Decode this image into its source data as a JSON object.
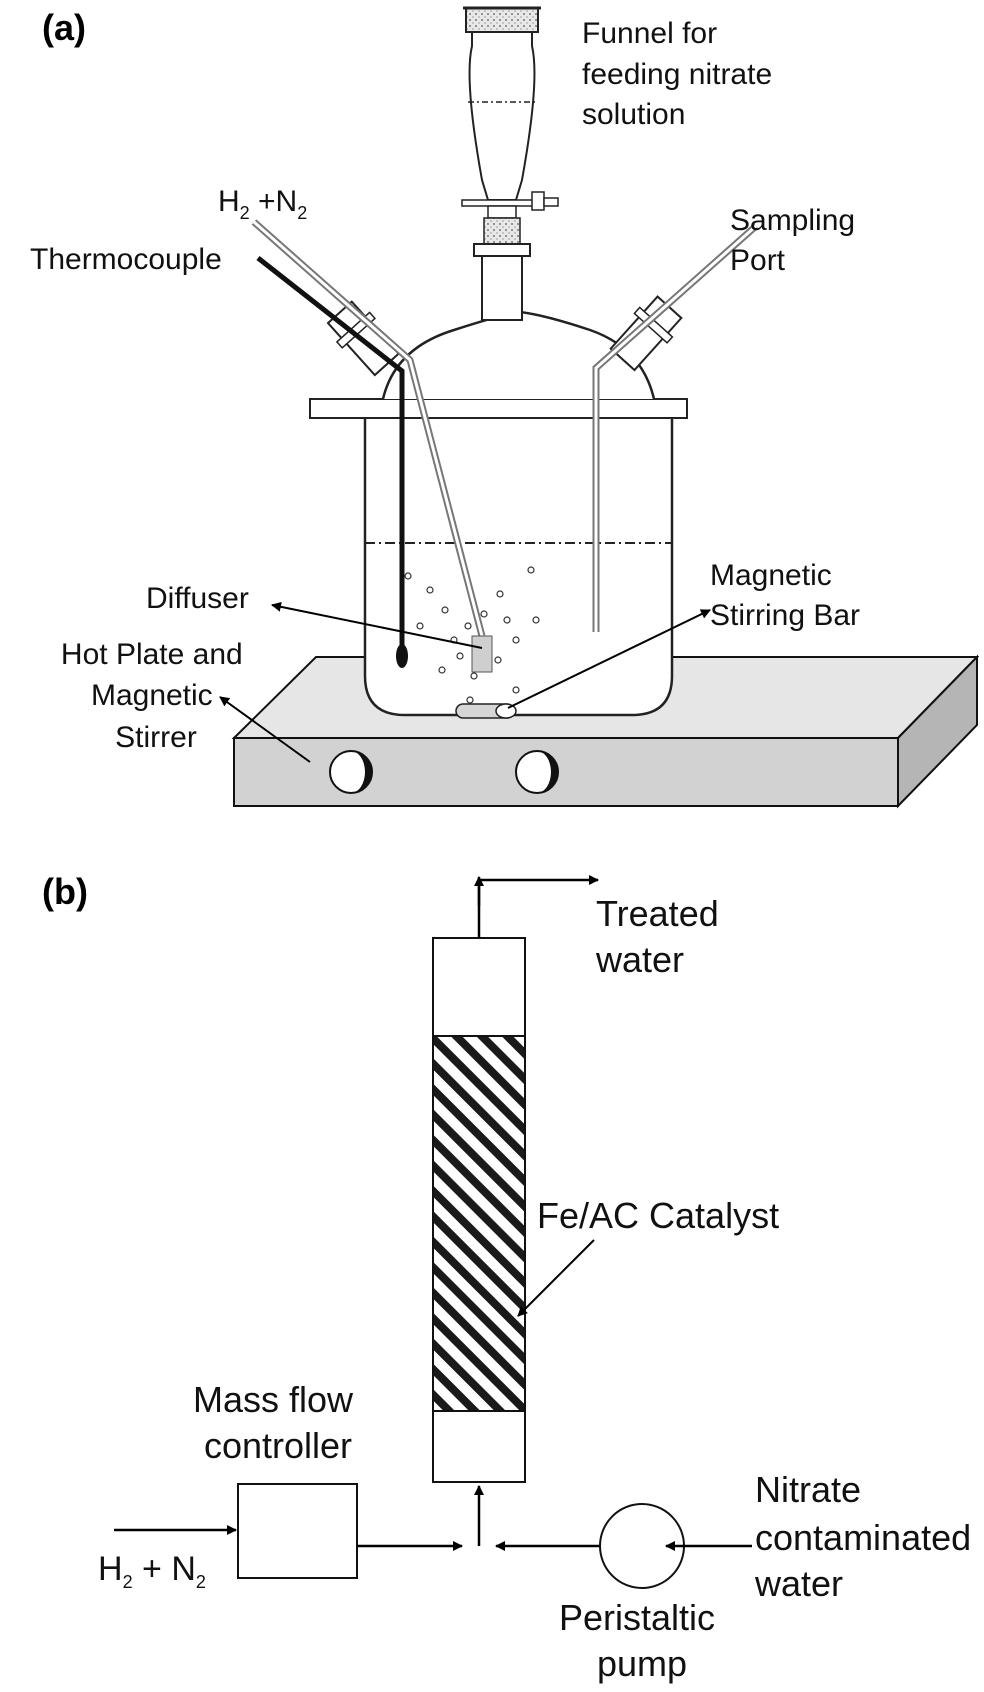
{
  "panel_a": {
    "label": "(a)",
    "funnel": [
      "Funnel for",
      "feeding nitrate",
      "solution"
    ],
    "gas_inlet": {
      "main": "H",
      "sub1": "2",
      "mid": " +N",
      "sub2": "2"
    },
    "thermocouple": "Thermocouple",
    "sampling_port": [
      "Sampling",
      "Port"
    ],
    "diffuser": "Diffuser",
    "stirring_bar": [
      "Magnetic",
      "Stirring Bar"
    ],
    "hot_plate": [
      "Hot Plate and",
      "Magnetic",
      "Stirrer"
    ]
  },
  "panel_b": {
    "label": "(b)",
    "treated_water": [
      "Treated",
      "water"
    ],
    "catalyst": "Fe/AC Catalyst",
    "mass_flow_controller": [
      "Mass flow",
      "controller"
    ],
    "nitrate_water": [
      "Nitrate",
      "contaminated",
      "water"
    ],
    "gas_inlet": {
      "main": "H",
      "sub1": "2",
      "mid": " + N",
      "sub2": "2"
    },
    "pump": [
      "Peristaltic",
      "pump"
    ]
  }
}
